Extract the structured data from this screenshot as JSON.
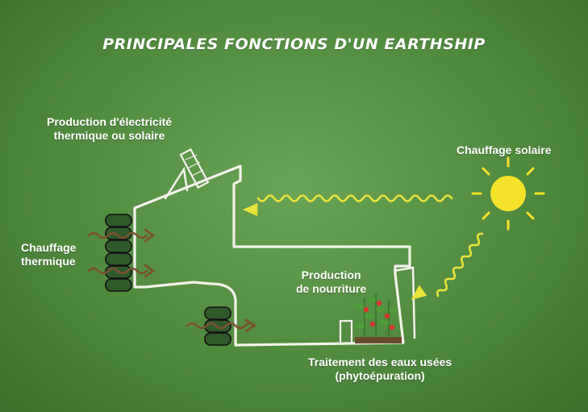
{
  "title": "PRINCIPALES FONCTIONS D'UN EARTHSHIP",
  "labels": {
    "electricity_line1": "Production d'électricité",
    "electricity_line2": "thermique ou solaire",
    "solar_heating": "Chauffage solaire",
    "thermal_line1": "Chauffage",
    "thermal_line2": "thermique",
    "food_line1": "Production",
    "food_line2": "de nourriture",
    "water_line1": "Traitement des eaux usées",
    "water_line2": "(phytoépuration)"
  },
  "colors": {
    "background": "#4f8a3e",
    "chalk": "#f2f2ea",
    "sun": "#f5e22a",
    "wave": "#e8e43a",
    "tire": "#2f5a2a",
    "heat_arrow": "#7a5230",
    "soil": "#6b4a2c",
    "plant": "#3d7a2f",
    "tomato": "#d8342c"
  },
  "icons": [
    "sun-icon",
    "solar-panel-icon",
    "tire-stack-icon",
    "plant-icon",
    "heat-arrow-icon",
    "sun-ray-wave-icon"
  ]
}
